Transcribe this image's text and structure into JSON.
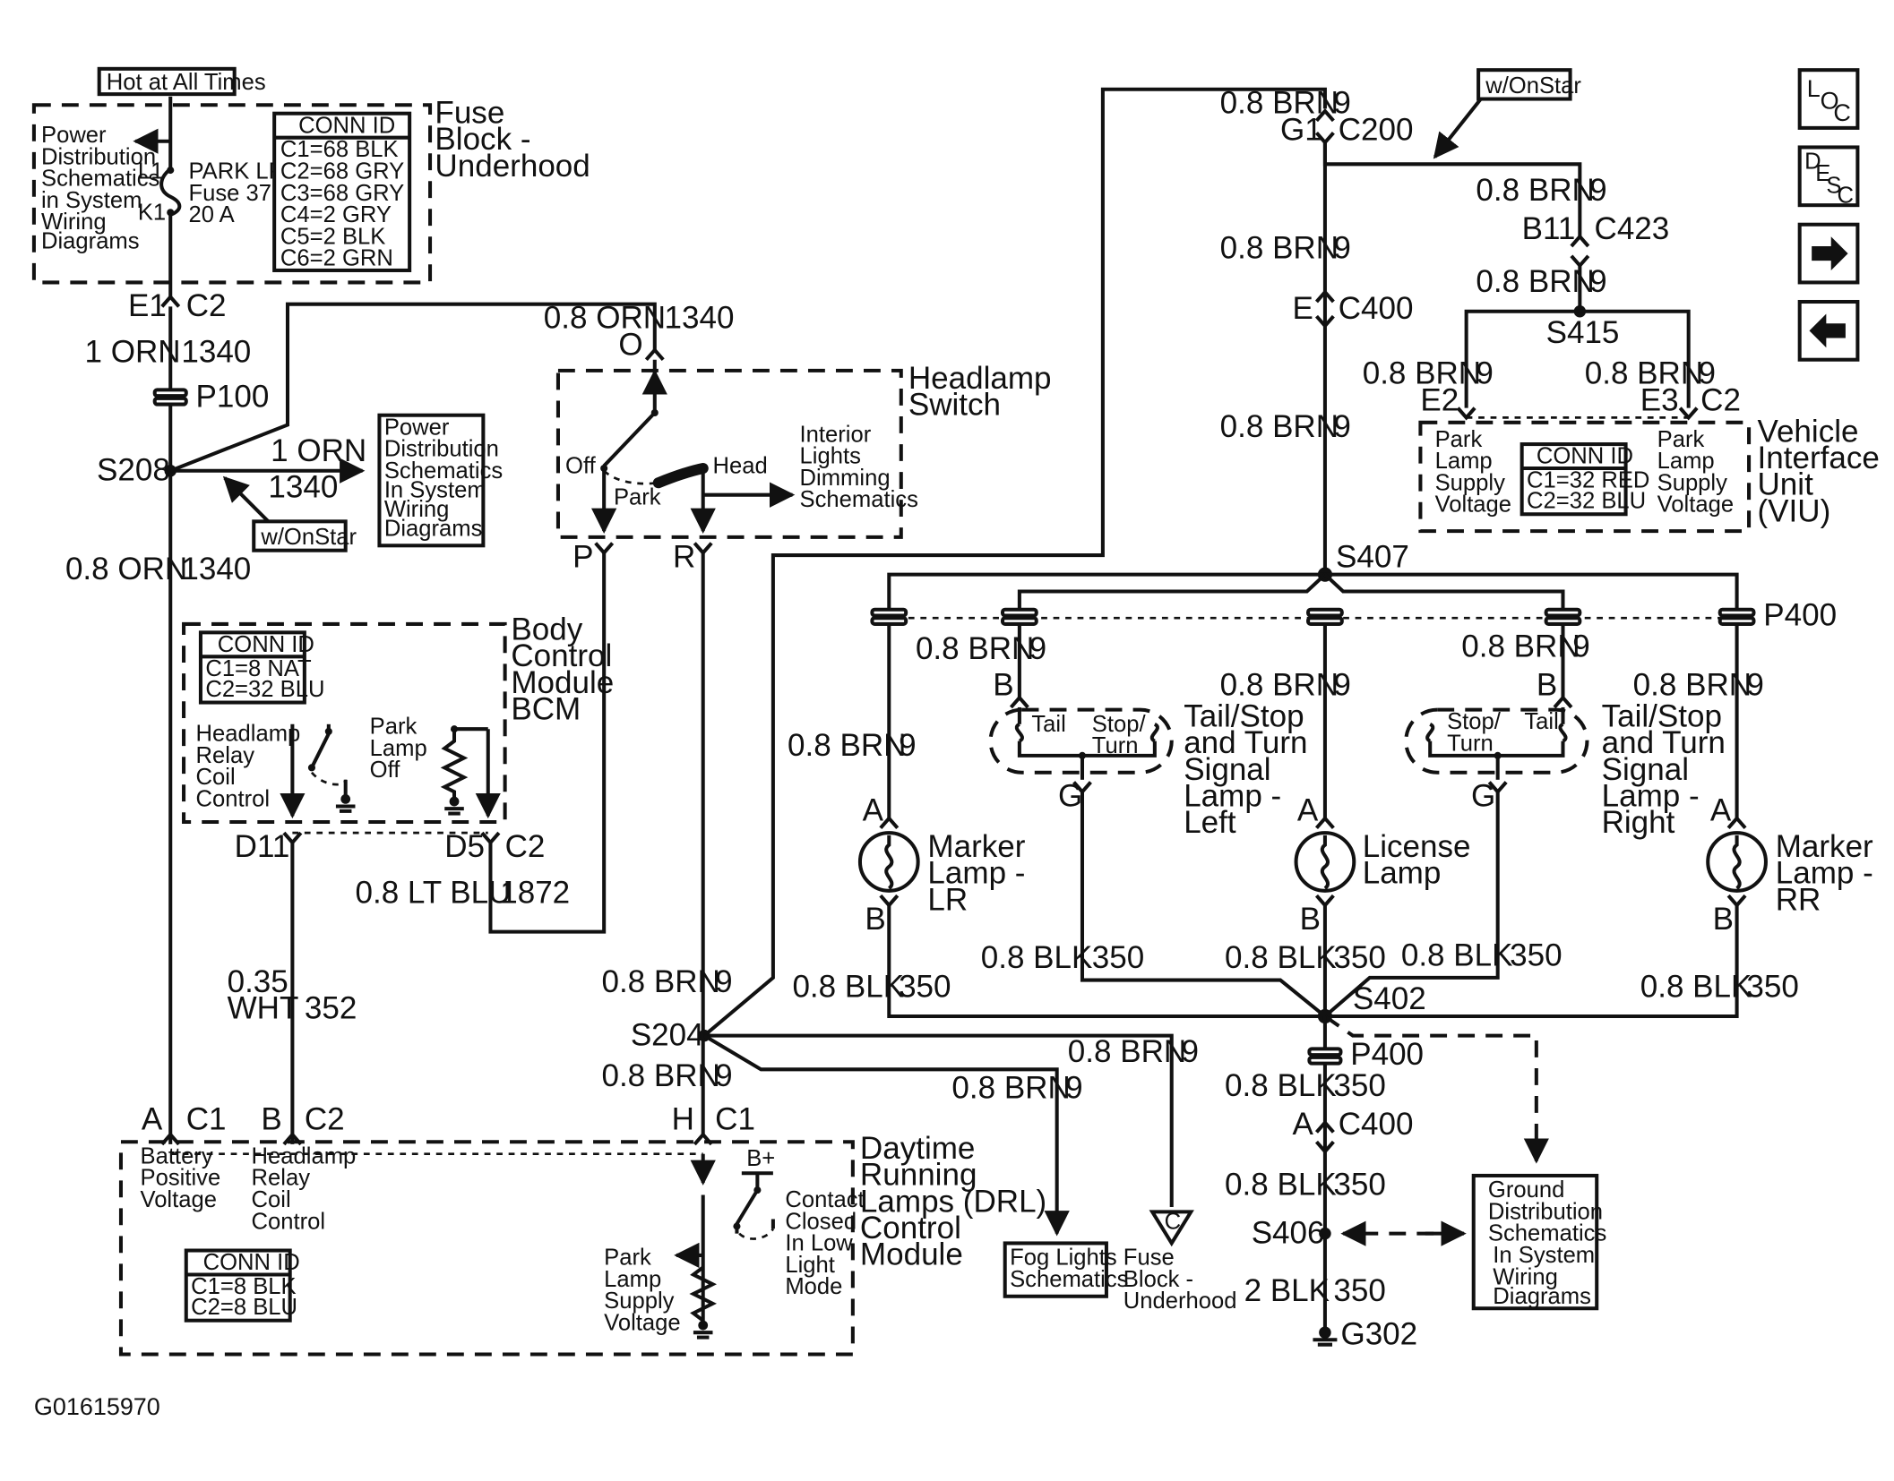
{
  "figure_id": "G01615970",
  "nav": {
    "loc": [
      "L",
      "O",
      "C"
    ],
    "desc": [
      "D",
      "E",
      "S",
      "C"
    ]
  },
  "fuse_block": {
    "hot_label": "Hot at All Times",
    "title": [
      "Fuse",
      "Block -",
      "Underhood"
    ],
    "note": [
      "Power",
      "Distribution",
      "Schematics",
      "in System",
      "Wiring",
      "Diagrams"
    ],
    "terminal_in": "L1",
    "terminal_out": "K1",
    "fuse": [
      "PARK LP",
      "Fuse 37",
      "20 A"
    ],
    "conn_header": "CONN ID",
    "conn": [
      "C1=68 BLK",
      "C2=68 GRY",
      "C3=68 GRY",
      "C4=2 GRY",
      "C5=2 BLK",
      "C6=2 GRN"
    ],
    "pin": "E1",
    "connector": "C2"
  },
  "left_branch": {
    "wire1_gauge": "1 ORN",
    "wire1_circuit": "1340",
    "p100": "P100",
    "s208": "S208",
    "wire2_gauge": "1 ORN",
    "wire2_circuit": "1340",
    "note": [
      "Power",
      "Distribution",
      "Schematics",
      "In System",
      "Wiring",
      "Diagrams"
    ],
    "onstar": "w/OnStar",
    "wire3_gauge": "0.8 ORN",
    "wire3_circuit": "1340"
  },
  "headlamp_switch": {
    "title": [
      "Headlamp",
      "Switch"
    ],
    "in_gauge": "0.8 ORN",
    "in_circuit": "1340",
    "in_pin": "O",
    "off": "Off",
    "park": "Park",
    "head": "Head",
    "dimming": [
      "Interior",
      "Lights",
      "Dimming",
      "Schematics"
    ],
    "pin_p": "P",
    "pin_r": "R"
  },
  "bcm": {
    "title": [
      "Body",
      "Control",
      "Module",
      "BCM"
    ],
    "conn_header": "CONN ID",
    "conn": [
      "C1=8 NAT",
      "C2=32 BLU"
    ],
    "relay": [
      "Headlamp",
      "Relay",
      "Coil",
      "Control"
    ],
    "park": [
      "Park",
      "Lamp",
      "Off"
    ],
    "pin_d11": "D11",
    "pin_d5": "D5",
    "conn_c2": "C2",
    "wire_gauge": "0.8 LT BLU",
    "wire_circuit": "1872",
    "wht_gauge": [
      "0.35",
      "WHT"
    ],
    "wht_circuit": "352"
  },
  "center": {
    "s204": "S204",
    "w1_gauge": "0.8 BRN",
    "w1_circuit": "9",
    "w2_gauge": "0.8 BRN",
    "w2_circuit": "9",
    "fog_gauge": "0.8 BRN",
    "fog_circuit": "9",
    "fuse_gauge": "0.8 BRN",
    "fuse_circuit": "9",
    "fog": [
      "Fog Lights",
      "Schematics"
    ],
    "fuse_ref": "C",
    "fuse_text": [
      "Fuse",
      "Block -",
      "Underhood"
    ]
  },
  "drl": {
    "title": [
      "Daytime",
      "Running",
      "Lamps (DRL)",
      "Control",
      "Module"
    ],
    "pin_a": "A",
    "c1": "C1",
    "pin_b": "B",
    "c2": "C2",
    "pin_h": "H",
    "c1b": "C1",
    "battery": [
      "Battery",
      "Positive",
      "Voltage"
    ],
    "relay": [
      "Headlamp",
      "Relay",
      "Coil",
      "Control"
    ],
    "bplus": "B+",
    "contact": [
      "Contact",
      "Closed",
      "In Low",
      "Light",
      "Mode"
    ],
    "park": [
      "Park",
      "Lamp",
      "Supply",
      "Voltage"
    ],
    "conn_header": "CONN ID",
    "conn": [
      "C1=8 BLK",
      "C2=8 BLU"
    ]
  },
  "right_top": {
    "gauge": "0.8 BRN",
    "circuit": "9",
    "g1": "G1",
    "c200": "C200",
    "onstar": "w/OnStar",
    "b11_gauge": "0.8 BRN",
    "b11_circuit": "9",
    "b11": "B11",
    "c423": "C423",
    "mid_gauge": "0.8 BRN",
    "mid_circuit": "9",
    "s415_gauge": "0.8 BRN",
    "s415_circuit": "9",
    "s415": "S415",
    "e": "E",
    "c400": "C400",
    "e2_gauge": "0.8 BRN",
    "e2_circuit": "9",
    "e2": "E2",
    "e3_gauge": "0.8 BRN",
    "e3_circuit": "9",
    "e3": "E3",
    "c2": "C2",
    "low_gauge": "0.8 BRN",
    "low_circuit": "9",
    "s407": "S407",
    "p400": "P400"
  },
  "viu": {
    "title": [
      "Vehicle",
      "Interface",
      "Unit",
      "(VIU)"
    ],
    "left": [
      "Park",
      "Lamp",
      "Supply",
      "Voltage"
    ],
    "right": [
      "Park",
      "Lamp",
      "Supply",
      "Voltage"
    ],
    "conn_header": "CONN ID",
    "conn": [
      "C1=32 RED",
      "C2=32 BLU"
    ]
  },
  "lamps": {
    "marker_lr": {
      "gauge": "0.8 BRN",
      "circuit": "9",
      "pin_a": "A",
      "pin_b": "B",
      "label": [
        "Marker",
        "Lamp -",
        "LR"
      ],
      "gnd_gauge": "0.8 BLK",
      "gnd_circuit": "350"
    },
    "tail_left": {
      "top_gauge": "0.8 BRN",
      "top_circuit": "9",
      "pin_b": "B",
      "pin_g": "G",
      "tail": "Tail",
      "stop": [
        "Stop/",
        "Turn"
      ],
      "label": [
        "Tail/Stop",
        "and Turn",
        "Signal",
        "Lamp -",
        "Left"
      ],
      "gnd_gauge": "0.8 BLK",
      "gnd_circuit": "350"
    },
    "license": {
      "gauge": "0.8 BRN",
      "circuit": "9",
      "pin_a": "A",
      "pin_b": "B",
      "label": [
        "License",
        "Lamp"
      ],
      "gnd_gauge": "0.8 BLK",
      "gnd_circuit": "350"
    },
    "tail_right": {
      "top_gauge": "0.8 BRN",
      "top_circuit": "9",
      "pin_b": "B",
      "pin_g": "G",
      "tail": "Tail",
      "stop": [
        "Stop/",
        "Turn"
      ],
      "label": [
        "Tail/Stop",
        "and Turn",
        "Signal",
        "Lamp -",
        "Right"
      ],
      "gnd_gauge": "0.8 BLK",
      "gnd_circuit": "350"
    },
    "marker_rr": {
      "gauge": "0.8 BRN",
      "circuit": "9",
      "pin_a": "A",
      "pin_b": "B",
      "label": [
        "Marker",
        "Lamp -",
        "RR"
      ],
      "gnd_gauge": "0.8 BLK",
      "gnd_circuit": "350"
    }
  },
  "ground": {
    "s402": "S402",
    "p400": "P400",
    "w1_gauge": "0.8 BLK",
    "w1_circuit": "350",
    "pin_a": "A",
    "c400": "C400",
    "w2_gauge": "0.8 BLK",
    "w2_circuit": "350",
    "s406": "S406",
    "w3_gauge": "2 BLK",
    "w3_circuit": "350",
    "g302": "G302",
    "note": [
      "Ground",
      "Distribution",
      "Schematics",
      "In System",
      "Wiring",
      "Diagrams"
    ]
  }
}
